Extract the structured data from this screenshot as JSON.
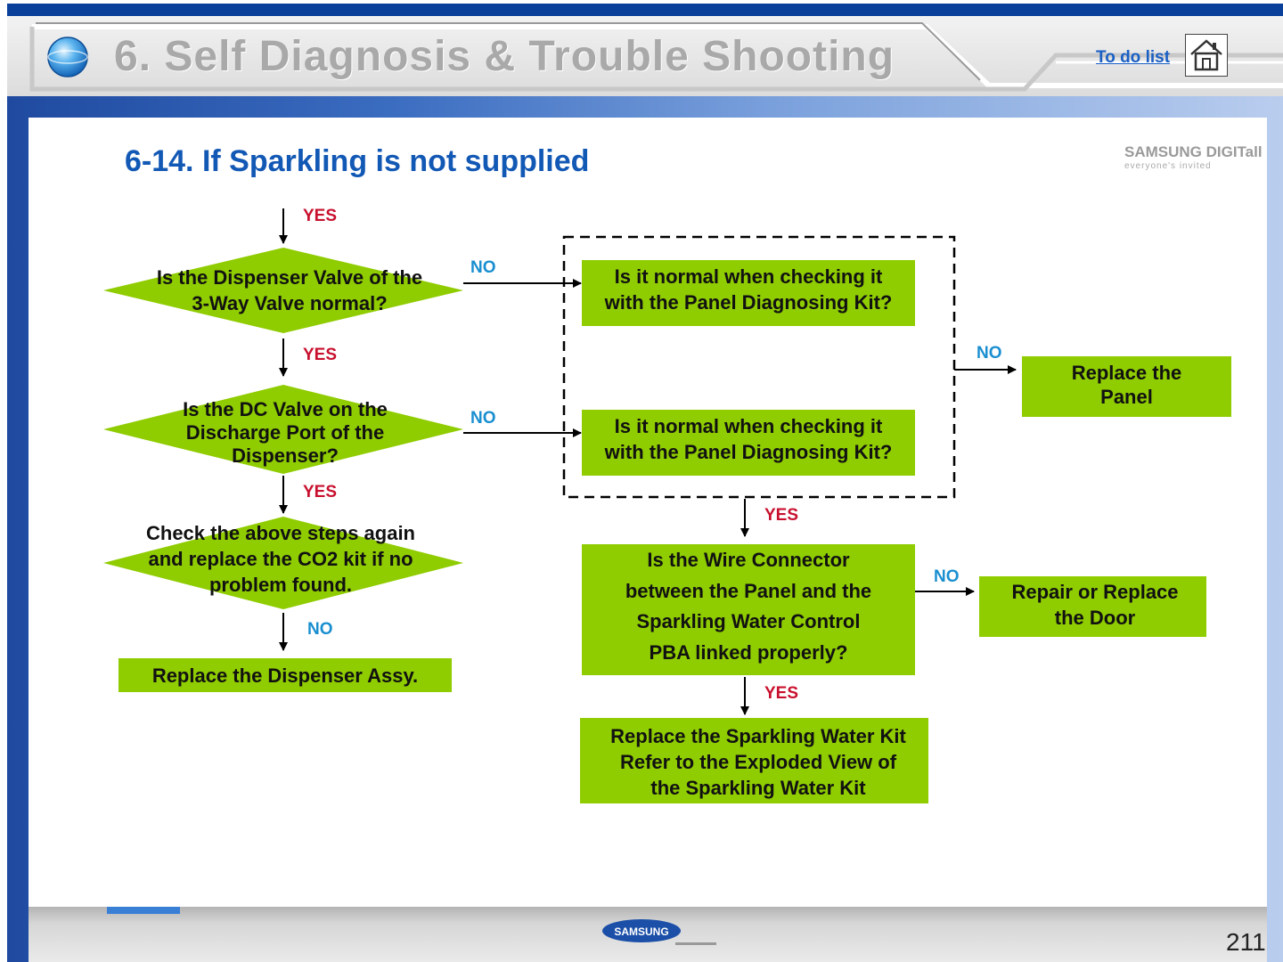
{
  "header": {
    "title": "6. Self Diagnosis & Trouble Shooting",
    "todo_link": "To do list",
    "home_icon": "home-icon",
    "globe_icon": "globe-icon"
  },
  "section_title": "6-14. If Sparkling is not supplied",
  "corner_logo": {
    "brand": "SAMSUNG DIGITall",
    "tagline": "everyone's invited"
  },
  "footer": {
    "logo_text": "SAMSUNG",
    "page_number": "211"
  },
  "colors": {
    "node_fill": "#8fcc00",
    "yes_label": "#c8102e",
    "no_label": "#1a8fd0",
    "title_blue": "#1258b5",
    "header_blue": "#0a3f9a"
  },
  "flow": {
    "q_dispenser_valve": "Is the Dispenser Valve of the\n3-Way Valve normal?",
    "q_dc_valve": "Is the DC Valve on the\nDischarge Port of the\nDispenser?",
    "check_again": "Check the above steps again\nand replace the CO2 kit if no\nproblem found.",
    "replace_dispenser": "Replace the Dispenser Assy.",
    "panel_check_1": "Is it normal when checking it\nwith the Panel Diagnosing Kit?",
    "panel_check_2": "Is it normal when checking it\nwith the Panel Diagnosing Kit?",
    "replace_panel": "Replace the\nPanel",
    "wire_connector": "Is the Wire Connector\nbetween the Panel and the\nSparkling Water Control\nPBA linked properly?",
    "repair_door": "Repair or Replace\nthe Door",
    "replace_kit": "Replace the Sparkling Water Kit\nRefer to the Exploded View of\nthe Sparkling Water Kit",
    "labels": {
      "yes": "YES",
      "no": "NO"
    }
  }
}
